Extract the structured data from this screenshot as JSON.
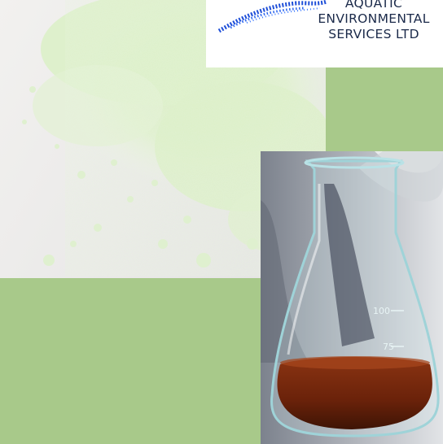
{
  "logo": {
    "line1": "AQUATIC",
    "line2": "ENVIRONMENTAL",
    "line3": "SERVICES LTD",
    "wave_color": "#1f4fd8"
  },
  "flask": {
    "marks": [
      "100",
      "75"
    ]
  },
  "colors": {
    "background": "#a8c98a",
    "powder": "#dbeec6",
    "liquid": "#7a2a0e"
  }
}
